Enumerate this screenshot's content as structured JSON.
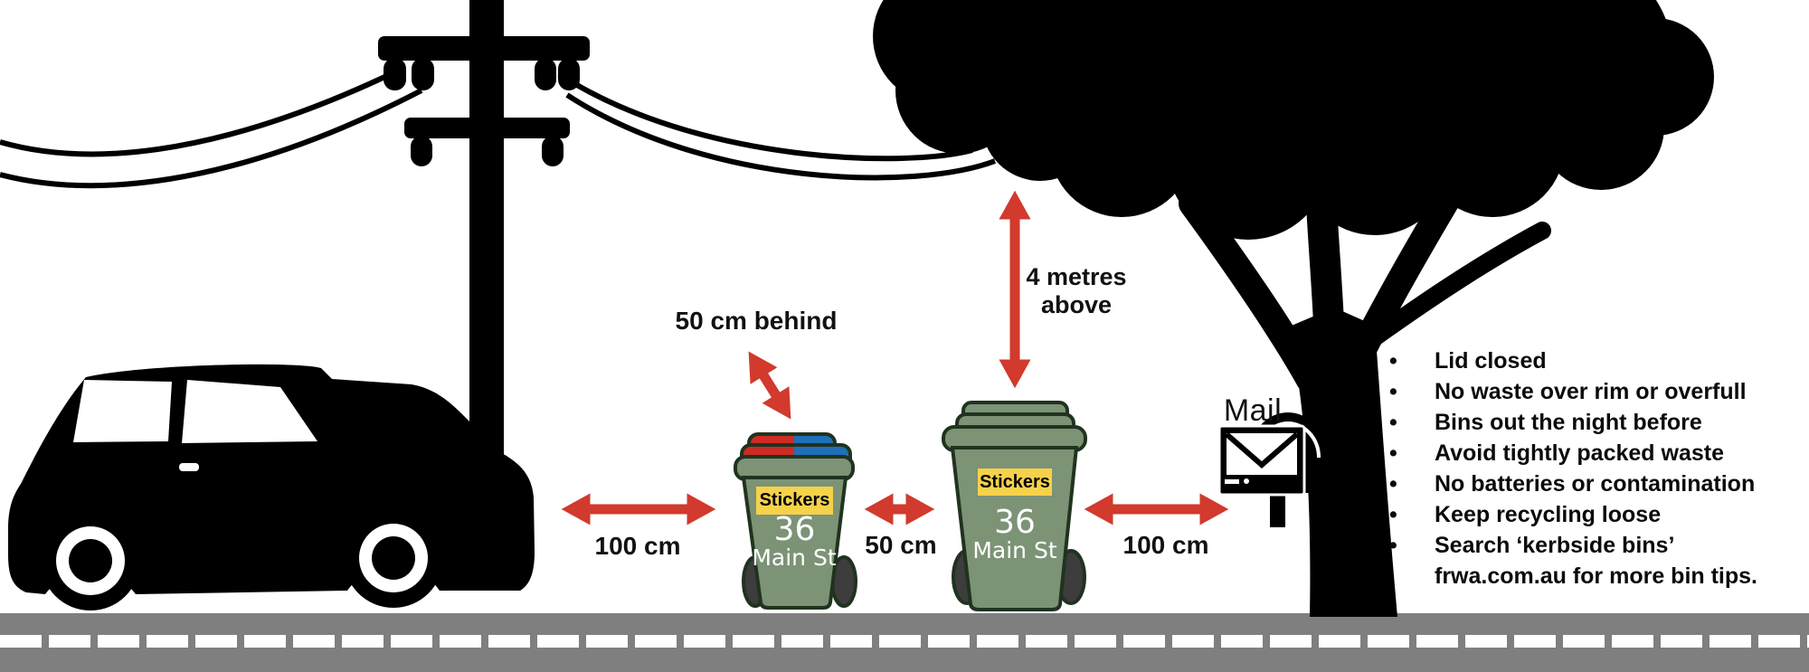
{
  "measurements": {
    "behind": "50 cm behind",
    "above": "4 metres above",
    "car_to_bin": "100 cm",
    "between_bins": "50 cm",
    "bin_to_mailbox": "100 cm"
  },
  "mailbox": {
    "label": "Mail"
  },
  "bins": {
    "recycling": {
      "sticker": "Stickers",
      "number": "36",
      "street": "Main St"
    },
    "general": {
      "sticker": "Stickers",
      "number": "36",
      "street": "Main St"
    }
  },
  "tips": {
    "items": [
      "Lid closed",
      "No waste over rim or overfull",
      "Bins out the night before",
      "Avoid tightly packed waste",
      "No batteries or contamination",
      "Keep recycling loose",
      "Search ‘kerbside bins’",
      "frwa.com.au for more bin tips."
    ]
  },
  "colors": {
    "arrow_red": "#d13a2d",
    "bin_green": "#7c9376",
    "bin_outline": "#20331f",
    "sticker_yellow": "#f6d24b",
    "lid_red": "#cd2b24",
    "lid_blue": "#1e70b8",
    "road_gray": "#7f7f7f",
    "silhouette_black": "#000000",
    "white": "#ffffff"
  }
}
